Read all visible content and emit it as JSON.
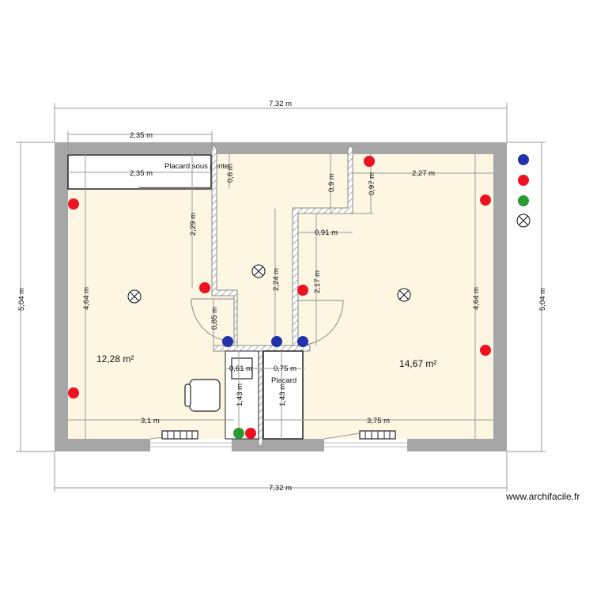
{
  "plan": {
    "rooms": [
      {
        "area": "12,28 m²"
      },
      {
        "area": "14,67 m²"
      }
    ],
    "labels": {
      "closet_top": "Placard sous pente",
      "closet_small": "Placard"
    },
    "dimensions": {
      "top_total": "7,32 m",
      "bottom_total": "7,32 m",
      "left_total": "5,04 m",
      "right_total": "5,04 m",
      "closet_width_outer": "2,35 m",
      "closet_width_inner": "2,35 m",
      "closet_depth": "0,6 m",
      "left_partition": "2,29 m",
      "left_room_height": "4,64 m",
      "right_room_height": "4,64 m",
      "center_height": "2,24 m",
      "right_partition": "2,17 m",
      "step_height": "0,9 m",
      "step_offset": "0,97 m",
      "step_width": "0,91 m",
      "right_width": "2,27 m",
      "door_left": "0,85 m",
      "wc_width": "0,61 m",
      "placard_width": "0,75 m",
      "wc_depth": "1,43 m",
      "placard_depth": "1,43 m",
      "left_width": "3,1 m",
      "right_room_width": "3,75 m"
    },
    "legend": [
      "blue-outlet-icon",
      "red-outlet-icon",
      "green-outlet-icon",
      "ceiling-light-icon"
    ]
  },
  "watermark": "www.archifacile.fr",
  "colors": {
    "wall": "#a6a6a6",
    "floor": "#fcf6e3",
    "red": "#ee1122",
    "blue": "#2233aa",
    "green": "#2a9a33"
  }
}
